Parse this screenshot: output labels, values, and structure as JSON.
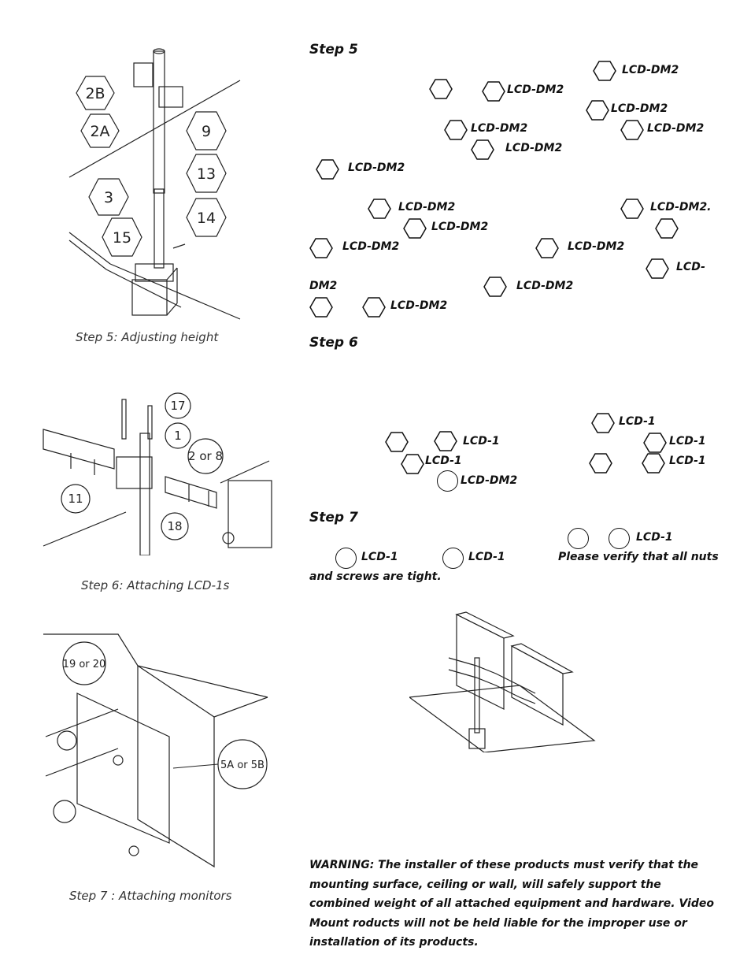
{
  "figures": {
    "step5": {
      "caption": "Step 5: Adjusting height",
      "callouts": [
        "2B",
        "2A",
        "9",
        "13",
        "3",
        "14",
        "15"
      ]
    },
    "step6": {
      "caption": "Step 6: Attaching LCD-1s",
      "callouts": [
        "17",
        "1",
        "2 or 8",
        "11",
        "18"
      ]
    },
    "step7": {
      "caption": "Step 7 : Attaching monitors",
      "callouts": [
        "19 or 20",
        "5A or 5B"
      ]
    }
  },
  "step5": {
    "heading": "Step 5",
    "labels": [
      "LCD-DM2",
      "LCD-DM2",
      "LCD-DM2",
      "LCD-DM2",
      "LCD-DM2",
      "LCD-DM2",
      "LCD-DM2",
      "LCD-DM2",
      "LCD-DM2.",
      "LCD-DM2",
      "LCD-DM2",
      "LCD-DM2",
      "LCD-",
      "DM2",
      "LCD-DM2",
      "LCD-DM2"
    ]
  },
  "step6": {
    "heading": "Step 6",
    "labels": [
      "LCD-1",
      "LCD-1",
      "LCD-1",
      "LCD-1",
      "LCD-1",
      "LCD-DM2"
    ]
  },
  "step7": {
    "heading": "Step 7",
    "labels": [
      "LCD-1",
      "LCD-1",
      "LCD-1"
    ],
    "verify": "Please verify that all nuts",
    "verify_cont": "and screws are tight."
  },
  "warning": "WARNING: The installer of these products must verify that the mounting surface, ceiling or wall, will safely support the combined weight of all attached equipment and hardware. Video Mount roducts will not be held liable for the improper use or installation of its products."
}
